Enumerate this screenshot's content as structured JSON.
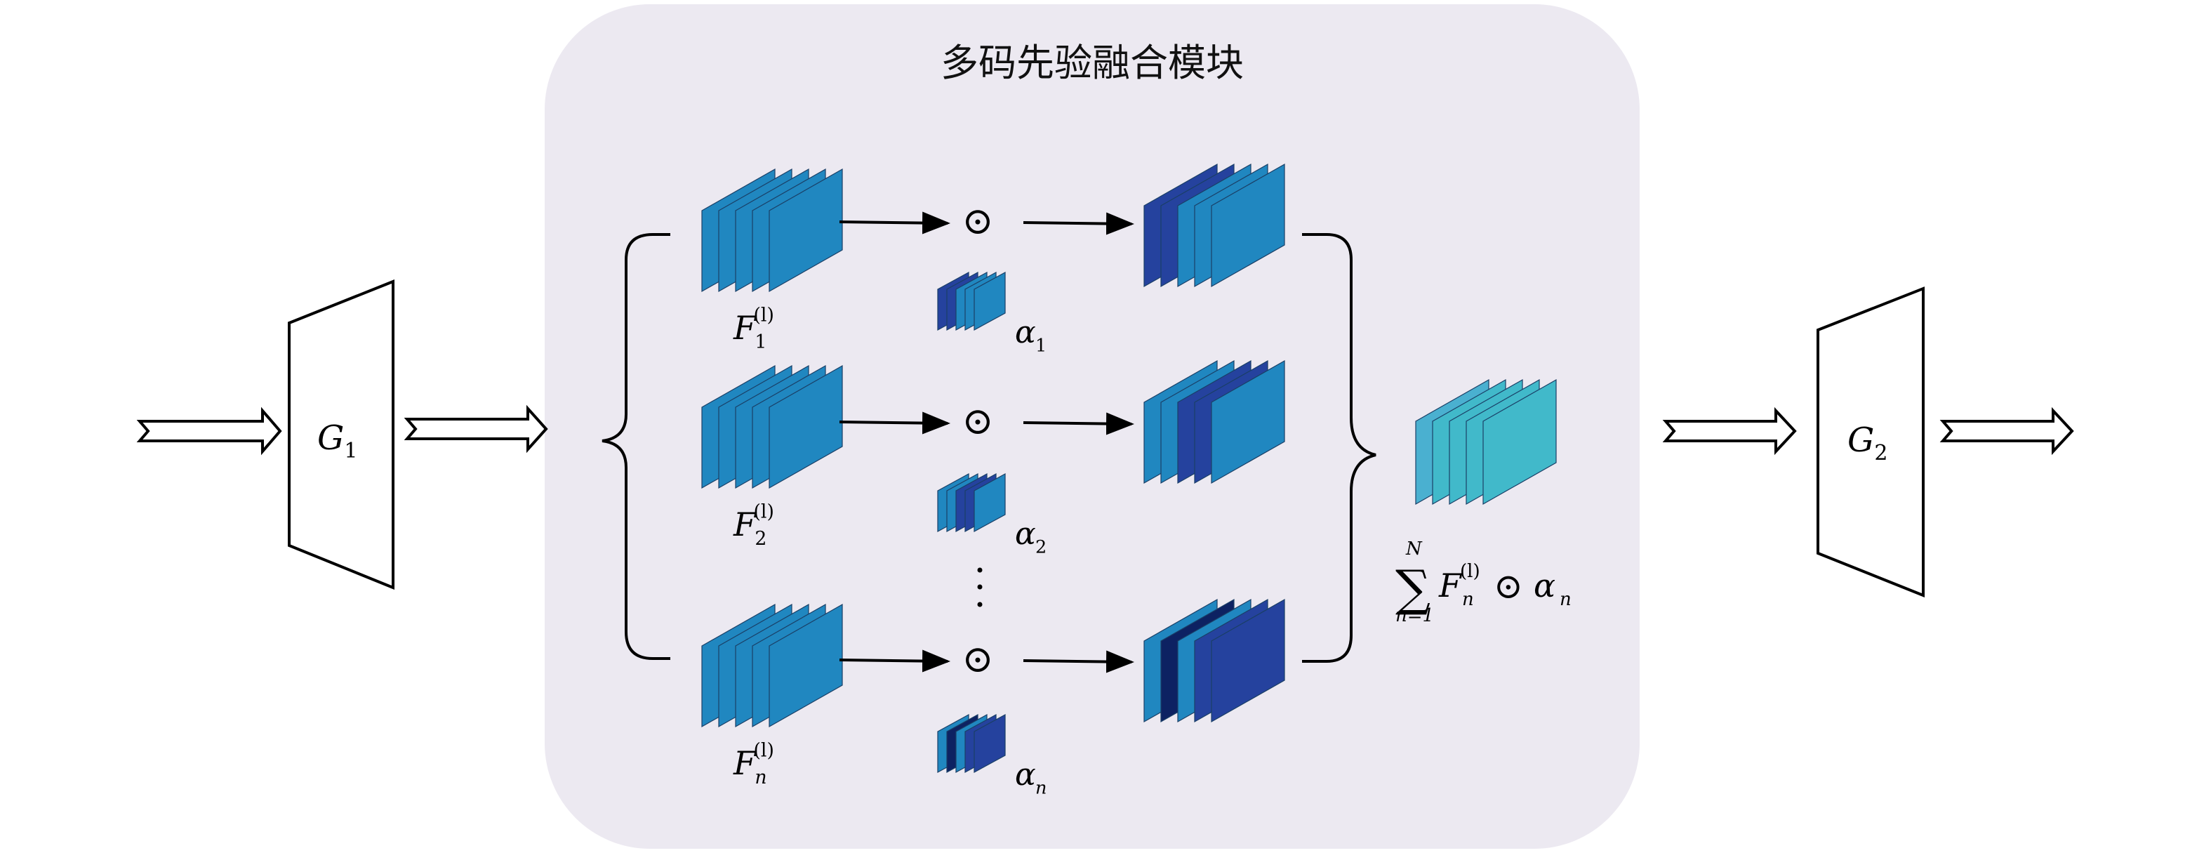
{
  "module": {
    "title": "多码先验融合模块",
    "panel_color": "#ECE9F1"
  },
  "colors": {
    "light_blue": "#2087C0",
    "mid_blue": "#25429E",
    "dark_blue": "#0D2262",
    "cyan": "#41B9CA",
    "cyan_back": "#4AB0D0",
    "outline": "#000000"
  },
  "generators": [
    {
      "id": "g1",
      "label": "G",
      "subscript": "1"
    },
    {
      "id": "g2",
      "label": "G",
      "subscript": "2"
    }
  ],
  "branches": [
    {
      "feature_label": "F",
      "feature_sub": "1",
      "feature_sup": "(l)",
      "alpha_label": "α",
      "alpha_sub": "1",
      "alpha_colors": [
        "mid_blue",
        "mid_blue",
        "light_blue",
        "light_blue",
        "light_blue"
      ],
      "output_colors": [
        "mid_blue",
        "mid_blue",
        "light_blue",
        "light_blue",
        "light_blue"
      ]
    },
    {
      "feature_label": "F",
      "feature_sub": "2",
      "feature_sup": "(l)",
      "alpha_label": "α",
      "alpha_sub": "2",
      "alpha_colors": [
        "light_blue",
        "light_blue",
        "mid_blue",
        "mid_blue",
        "light_blue"
      ],
      "output_colors": [
        "light_blue",
        "light_blue",
        "mid_blue",
        "mid_blue",
        "light_blue"
      ]
    },
    {
      "feature_label": "F",
      "feature_sub": "n",
      "feature_sup": "(l)",
      "alpha_label": "α",
      "alpha_sub": "n",
      "alpha_colors": [
        "light_blue",
        "dark_blue",
        "light_blue",
        "mid_blue",
        "mid_blue"
      ],
      "output_colors": [
        "light_blue",
        "dark_blue",
        "light_blue",
        "mid_blue",
        "mid_blue"
      ]
    }
  ],
  "operator_symbol": "⊙",
  "ellipsis": "⋮",
  "sum_formula": {
    "sigma": "∑",
    "upper": "N",
    "lower": "n=1",
    "term_F": "F",
    "term_F_sub": "n",
    "term_F_sup": "(l)",
    "operator": "⊙",
    "term_alpha": "α",
    "term_alpha_sub": "n"
  },
  "sum_stack_colors": [
    "cyan_back",
    "cyan",
    "cyan",
    "cyan",
    "cyan"
  ]
}
